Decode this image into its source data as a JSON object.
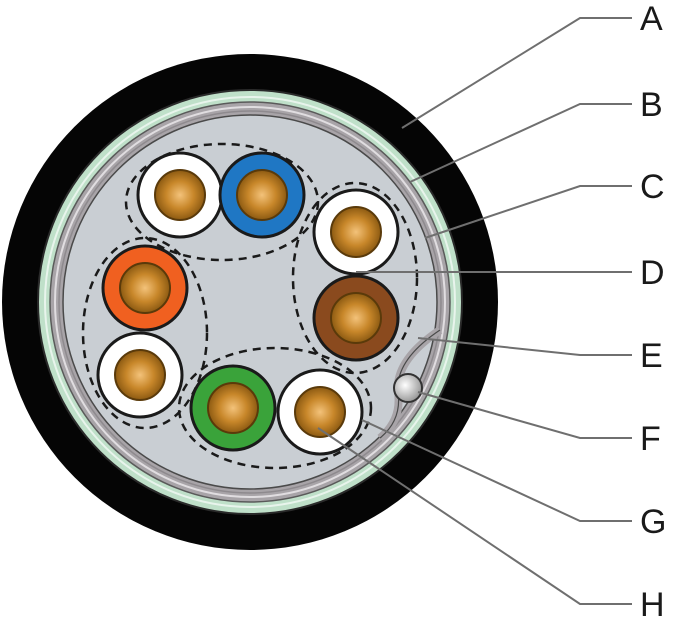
{
  "callouts": [
    {
      "id": "A",
      "label": "A"
    },
    {
      "id": "B",
      "label": "B"
    },
    {
      "id": "C",
      "label": "C"
    },
    {
      "id": "D",
      "label": "D"
    },
    {
      "id": "E",
      "label": "E"
    },
    {
      "id": "F",
      "label": "F"
    },
    {
      "id": "G",
      "label": "G"
    },
    {
      "id": "H",
      "label": "H"
    }
  ],
  "pairs": [
    {
      "id": "pair-1",
      "conductors": [
        "white",
        "blue"
      ]
    },
    {
      "id": "pair-2",
      "conductors": [
        "white",
        "brown"
      ]
    },
    {
      "id": "pair-3",
      "conductors": [
        "green",
        "white"
      ]
    },
    {
      "id": "pair-4",
      "conductors": [
        "orange",
        "white"
      ]
    }
  ],
  "colors": {
    "outer_jacket": "#050505",
    "green_layer": "#bfe0c9",
    "foil_shield": "#a8a4a8",
    "core_fill": "#c9ced3",
    "copper": "#c8872a",
    "white_insulation": "#ffffff",
    "blue_insulation": "#1f77c4",
    "brown_insulation": "#8a4a1e",
    "green_insulation": "#3aa33a",
    "orange_insulation": "#f06020",
    "drain_wire": "#d9d9d9"
  }
}
